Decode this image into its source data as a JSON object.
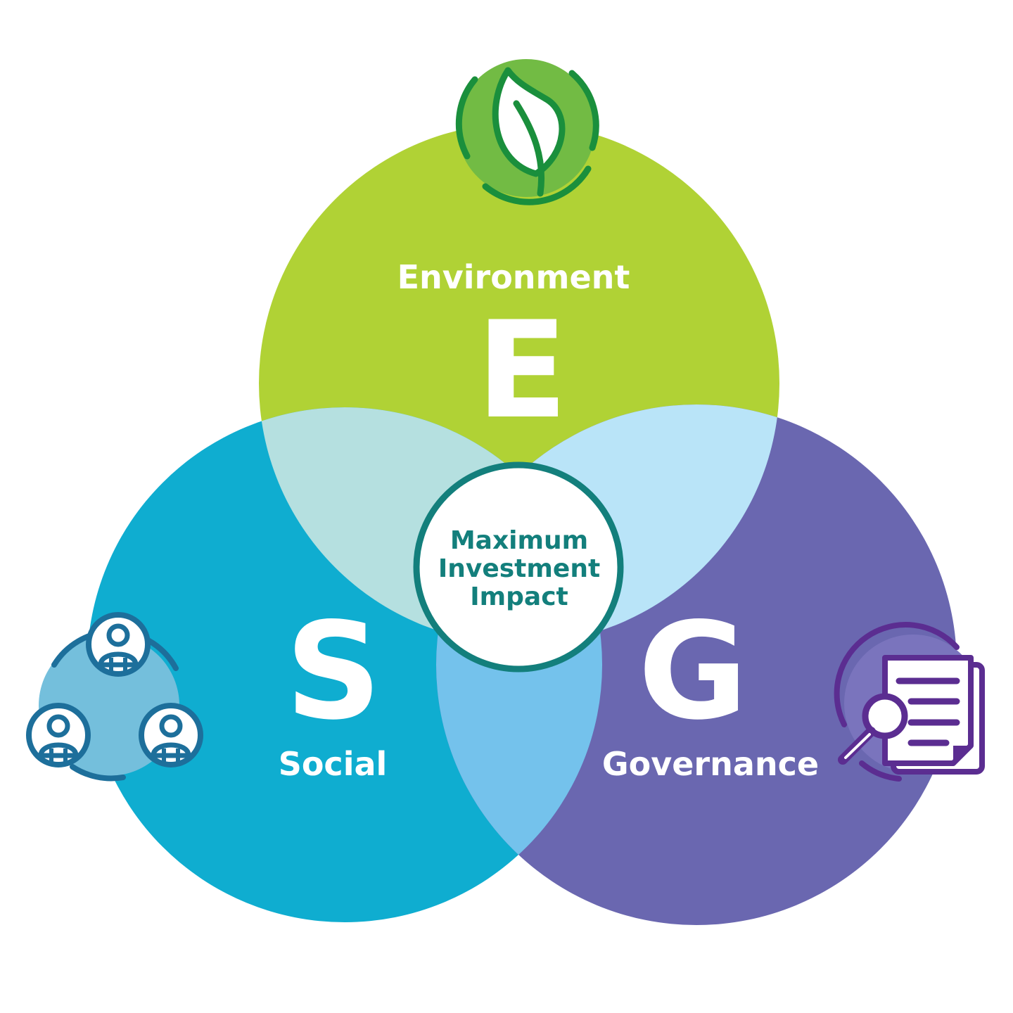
{
  "diagram": {
    "type": "venn-3",
    "center": {
      "lines": [
        "Maximum",
        "Investment",
        "Impact"
      ],
      "text_color": "#137f7c",
      "ring_color": "#137f7c"
    },
    "sets": [
      {
        "key": "E",
        "letter": "E",
        "label": "Environment",
        "color": "#b0d235",
        "icon": "leaf-icon"
      },
      {
        "key": "S",
        "letter": "S",
        "label": "Social",
        "color": "#0fadd0",
        "icon": "people-network-icon"
      },
      {
        "key": "G",
        "letter": "G",
        "label": "Governance",
        "color": "#6a67b0",
        "icon": "document-search-icon"
      }
    ],
    "overlaps": {
      "E_S": "#b5e0e0",
      "E_G": "#b9e4f8",
      "S_G": "#74c2ec"
    }
  }
}
